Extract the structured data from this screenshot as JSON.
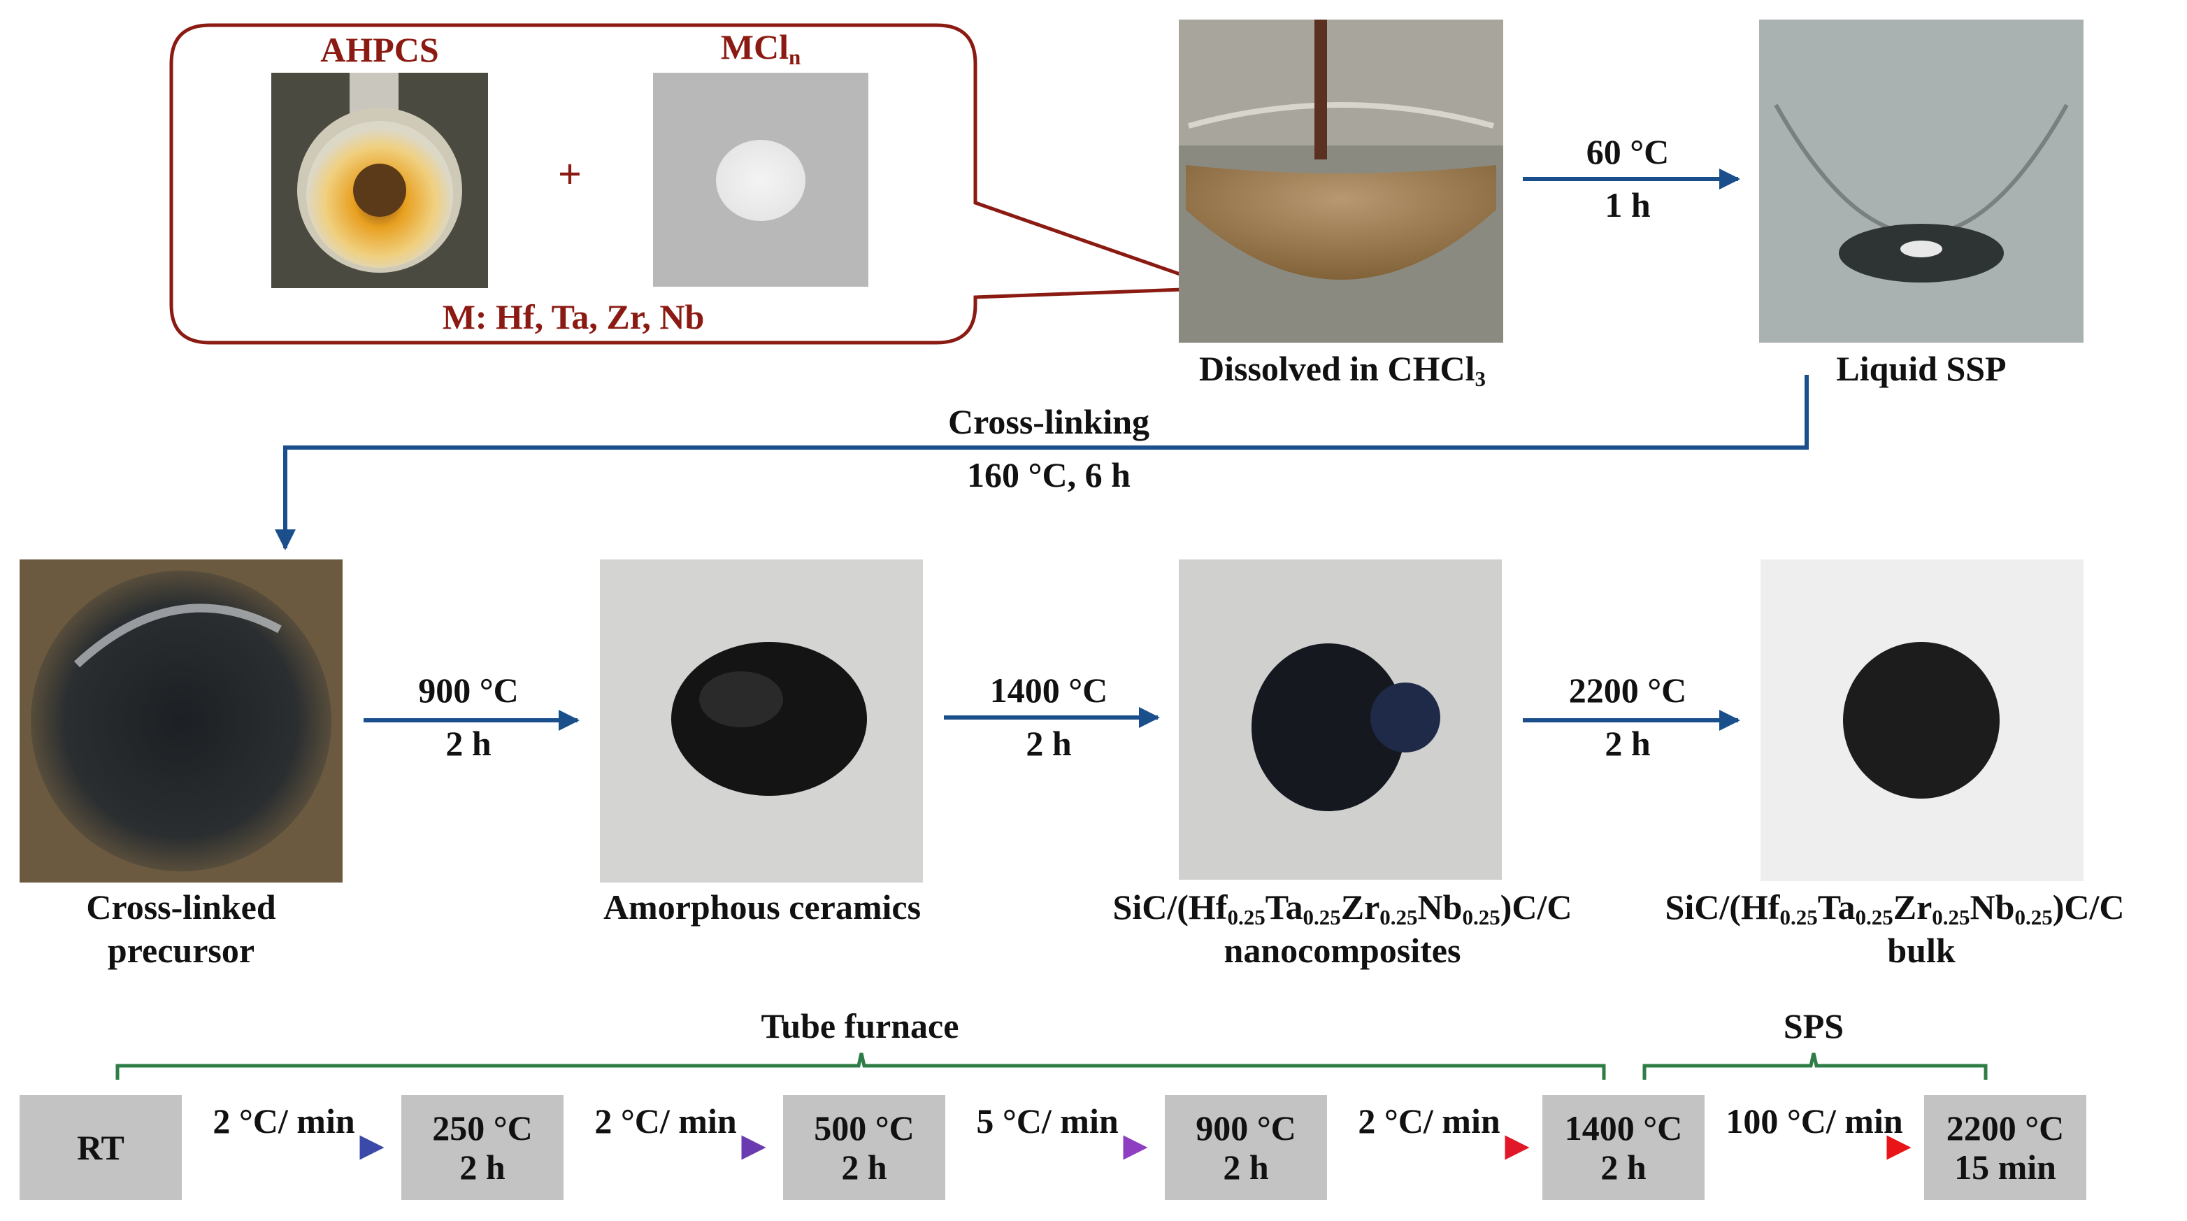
{
  "reactants": {
    "ahpcs_label": "AHPCS",
    "mcln_label": "MCl",
    "mcln_sub": "n",
    "plus": "+",
    "metals_label": "M: Hf, Ta, Zr, Nb"
  },
  "top_row": {
    "dissolved_label_main": "Dissolved in CHCl",
    "dissolved_label_sub": "3",
    "arrow_temp": "60 °C",
    "arrow_time": "1 h",
    "liquid_label": "Liquid SSP"
  },
  "crosslinking": {
    "title": "Cross-linking",
    "condition": "160 °C, 6 h"
  },
  "middle_row": {
    "crosslinked_line1": "Cross-linked",
    "crosslinked_line2": "precursor",
    "arrow1_temp": "900 °C",
    "arrow1_time": "2 h",
    "amorphous_label": "Amorphous ceramics",
    "arrow2_temp": "1400 °C",
    "arrow2_time": "2 h",
    "nano_formula": [
      "SiC/(Hf",
      "0.25",
      "Ta",
      "0.25",
      "Zr",
      "0.25",
      "Nb",
      "0.25",
      ")C/C"
    ],
    "nano_line2": "nanocomposites",
    "arrow3_temp": "2200 °C",
    "arrow3_time": "2 h",
    "bulk_formula": [
      "SiC/(Hf",
      "0.25",
      "Ta",
      "0.25",
      "Zr",
      "0.25",
      "Nb",
      "0.25",
      ")C/C"
    ],
    "bulk_line2": "bulk"
  },
  "timeline": {
    "tube_furnace_label": "Tube furnace",
    "sps_label": "SPS",
    "steps": [
      {
        "line1": "RT",
        "line2": ""
      },
      {
        "line1": "250 °C",
        "line2": "2 h"
      },
      {
        "line1": "500 °C",
        "line2": "2 h"
      },
      {
        "line1": "900 °C",
        "line2": "2 h"
      },
      {
        "line1": "1400 °C",
        "line2": "2 h"
      },
      {
        "line1": "2200 °C",
        "line2": "15 min"
      }
    ],
    "rates": [
      "2 °C/ min",
      "2 °C/ min",
      "5 °C/ min",
      "2 °C/ min",
      "100 °C/ min"
    ]
  },
  "colors": {
    "callout_red": "#8a1a12",
    "flow_blue": "#1a4f8c",
    "bracket_green": "#2e7d46",
    "step_gray": "#c3c3c3"
  }
}
